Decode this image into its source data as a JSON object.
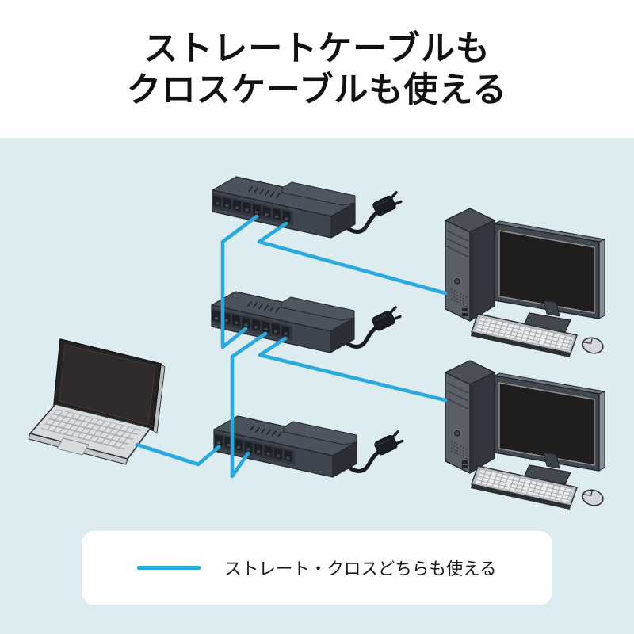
{
  "title": {
    "line1": "ストレートケーブルも",
    "line2": "クロスケーブルも使える"
  },
  "legend": {
    "label": "ストレート・クロスどちらも使える"
  },
  "colors": {
    "page_background": "#ffffff",
    "panel_background": "#dcecf1",
    "cable_accent": "#29a9dd",
    "title_text": "#111111",
    "legend_background": "#ffffff",
    "device_body_dark": "#3e4450"
  },
  "icons": {
    "switch": "network-switch",
    "laptop": "laptop-computer",
    "desktop": "desktop-pc",
    "plug": "power-plug",
    "cable": "lan-cable"
  }
}
